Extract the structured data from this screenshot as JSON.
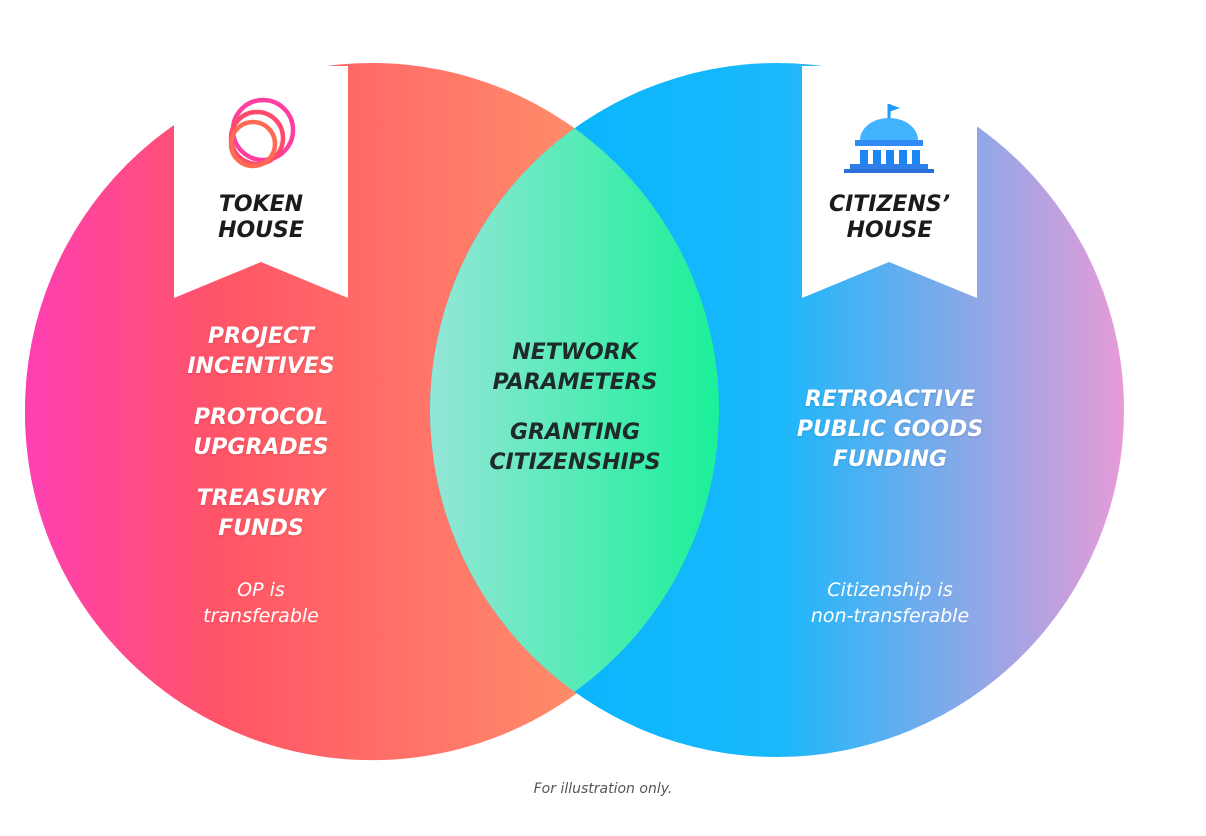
{
  "token_house": {
    "title_line1": "TOKEN",
    "title_line2": "HOUSE",
    "icon": "optimism-rings-icon",
    "items": [
      {
        "line1": "PROJECT",
        "line2": "INCENTIVES"
      },
      {
        "line1": "PROTOCOL",
        "line2": "UPGRADES"
      },
      {
        "line1": "TREASURY",
        "line2": "FUNDS"
      }
    ],
    "note_line1": "OP is",
    "note_line2": "transferable",
    "colors": {
      "gradient_start": "#ff3fb4",
      "gradient_mid": "#ff5466",
      "gradient_end": "#ffa36b"
    }
  },
  "center": {
    "items": [
      {
        "line1": "NETWORK",
        "line2": "PARAMETERS"
      },
      {
        "line1": "GRANTING",
        "line2": "CITIZENSHIPS"
      }
    ],
    "colors": {
      "gradient_start": "#8fe8d6",
      "gradient_end": "#1ef29a"
    }
  },
  "citizens_house": {
    "title_line1": "CITIZENS’",
    "title_line2": "HOUSE",
    "icon": "capitol-building-icon",
    "items": [
      {
        "line1": "RETROACTIVE",
        "line2": "PUBLIC GOODS",
        "line3": "FUNDING"
      }
    ],
    "note_line1": "Citizenship is",
    "note_line2": "non-transferable",
    "colors": {
      "gradient_start": "#00b4ff",
      "gradient_end": "#e79bd8"
    }
  },
  "footer": {
    "note": "For illustration only."
  }
}
